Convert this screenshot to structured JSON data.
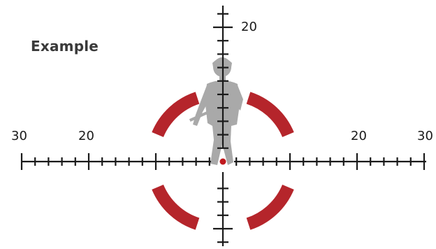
{
  "title": "Example",
  "labels": {
    "top": "20",
    "left_outer": "30",
    "left_inner": "20",
    "right_inner": "20",
    "right_outer": "30"
  },
  "colors": {
    "reticle": "#1a1a1a",
    "arc": "#b5252b",
    "center_dot": "#c0191e",
    "figure": "#a9a9a9"
  },
  "icons": {
    "figure": "soldier-silhouette-icon"
  }
}
